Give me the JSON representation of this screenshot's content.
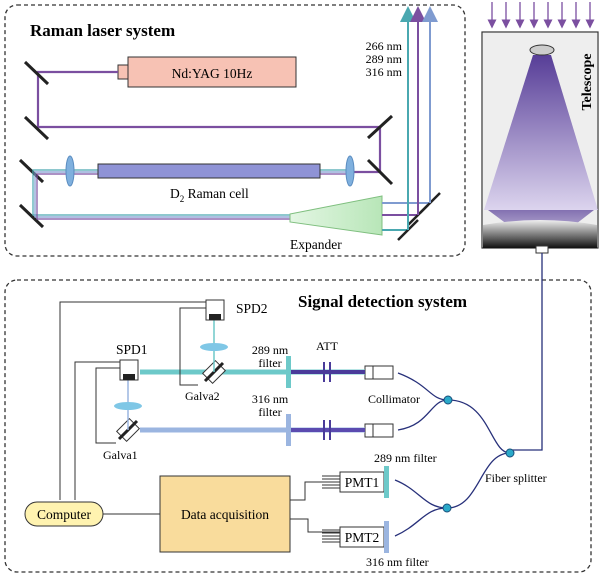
{
  "raman_system": {
    "title": "Raman laser system",
    "laser_label": "Nd:YAG 10Hz",
    "cell_label": "D",
    "cell_subscript": "2",
    "cell_label_rest": " Raman cell",
    "expander_label": "Expander",
    "wavelengths": [
      "266 nm",
      "289 nm",
      "316 nm"
    ]
  },
  "telescope": {
    "label": "Telescope"
  },
  "detection_system": {
    "title": "Signal detection system",
    "spd2_label": "SPD2",
    "spd1_label": "SPD1",
    "filter289_label_line1": "289 nm",
    "filter289_label_line2": "filter",
    "filter316_label_line1": "316 nm",
    "filter316_label_line2": "filter",
    "att_label": "ATT",
    "galva2_label": "Galva2",
    "galva1_label": "Galva1",
    "collimator_label": "Collimator",
    "fiber_splitter_label": "Fiber splitter",
    "computer_label": "Computer",
    "daq_label": "Data acquisition",
    "pmt1_label": "PMT1",
    "pmt2_label": "PMT2",
    "pmt1_filter_label": "289 nm filter",
    "pmt2_filter_label": "316 nm filter"
  },
  "colors": {
    "laser_fill": "#f7c2b4",
    "beam_purple": "#7b4fa0",
    "beam_teal": "#4aa8b0",
    "beam_blue": "#7f9bd0",
    "fiber_navy": "#27307a",
    "daq_fill": "#f9dc9c",
    "computer_fill": "#fff3b0",
    "expander_fill": "#c8ebc8"
  }
}
